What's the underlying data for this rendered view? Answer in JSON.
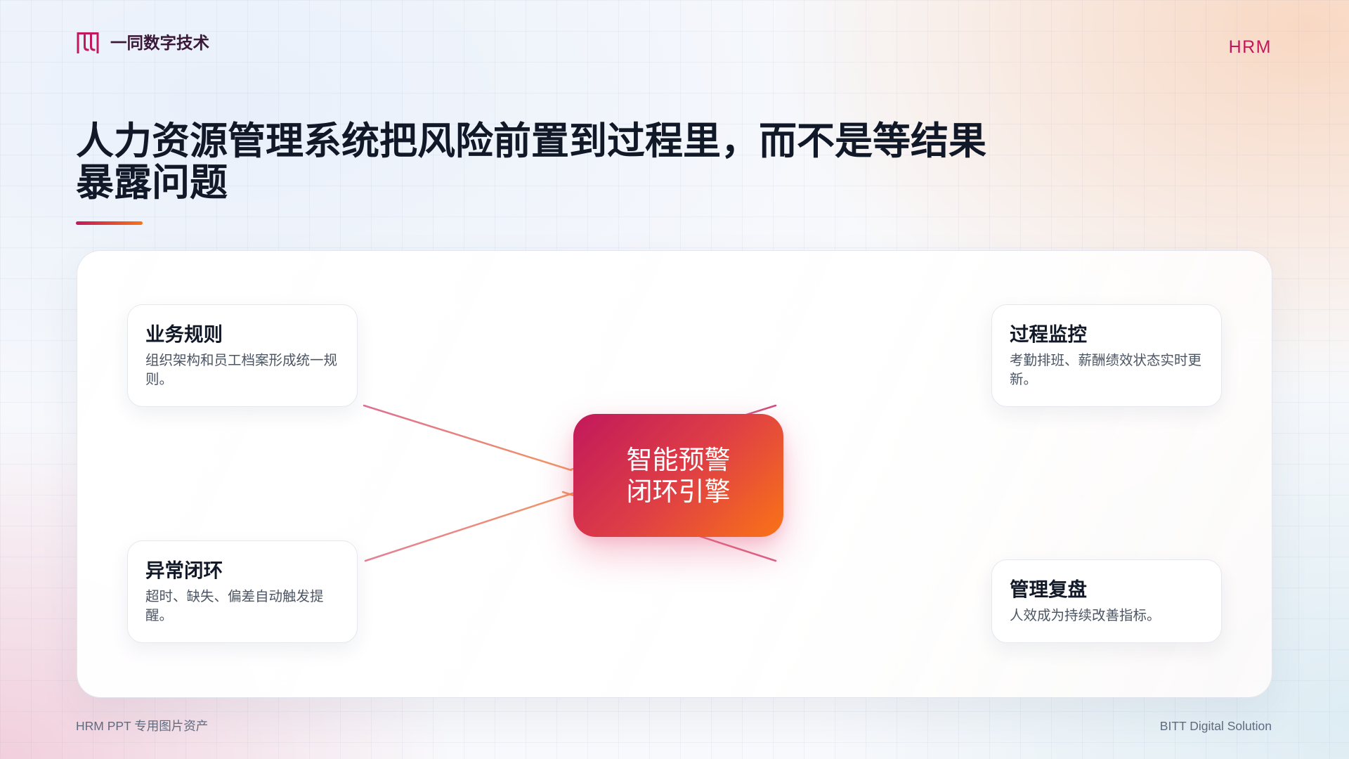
{
  "brand": {
    "icon": "logo-icon",
    "name": "一同数字技术",
    "tag": "HRM"
  },
  "title": "人力资源管理系统把风险前置到过程里，而不是等结果暴露问题",
  "diagram": {
    "center": "智能预警闭环引擎",
    "nodes": [
      {
        "title": "业务规则",
        "desc": "组织架构和员工档案形成统一规则。"
      },
      {
        "title": "过程监控",
        "desc": "考勤排班、薪酬绩效状态实时更新。"
      },
      {
        "title": "异常闭环",
        "desc": "超时、缺失、偏差自动触发提醒。"
      },
      {
        "title": "管理复盘",
        "desc": "人效成为持续改善指标。"
      }
    ]
  },
  "footer": {
    "left": "HRM PPT 专用图片资产",
    "right": "BITT Digital Solution"
  },
  "colors": {
    "accent": "#c2185b",
    "accent_secondary": "#f97316",
    "title": "#111827",
    "muted": "#5f6b7f"
  }
}
